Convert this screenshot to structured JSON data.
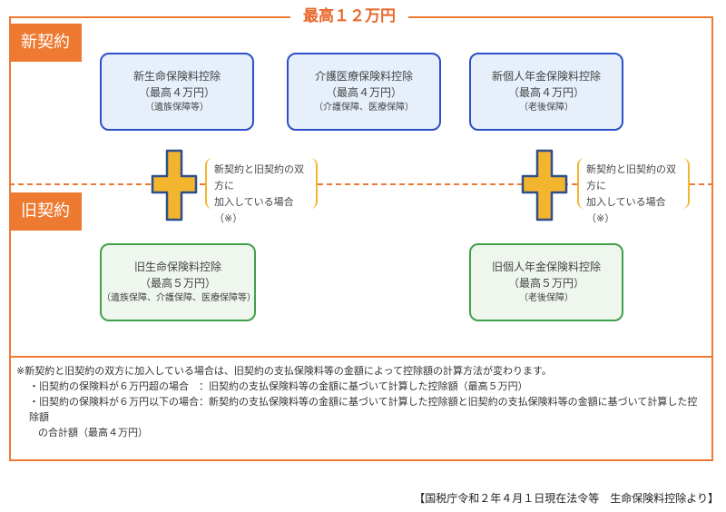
{
  "header": {
    "max_total": "最高１２万円"
  },
  "labels": {
    "new_contract": "新契約",
    "old_contract": "旧契約"
  },
  "new_boxes": [
    {
      "title": "新生命保険料控除",
      "max": "（最高４万円）",
      "note": "（遺族保障等）"
    },
    {
      "title": "介護医療保険料控除",
      "max": "（最高４万円）",
      "note": "（介護保障、医療保障）"
    },
    {
      "title": "新個人年金保険料控除",
      "max": "（最高４万円）",
      "note": "（老後保障）"
    }
  ],
  "old_boxes": [
    {
      "title": "旧生命保険料控除",
      "max": "（最高５万円）",
      "note": "（遺族保障、介護保障、医療保障等）"
    },
    {
      "title": "旧個人年金保険料控除",
      "max": "（最高５万円）",
      "note": "（老後保障）"
    }
  ],
  "both_note": {
    "line1": "新契約と旧契約の双方に",
    "line2": "加入している場合（※）"
  },
  "footnote": {
    "line1": "※新契約と旧契約の双方に加入している場合は、旧契約の支払保険料等の金額によって控除額の計算方法が変わります。",
    "line2": "・旧契約の保険料が６万円超の場合　：旧契約の支払保険料等の金額に基づいて計算した控除額（最高５万円）",
    "line3": "・旧契約の保険料が６万円以下の場合：新契約の支払保険料等の金額に基づいて計算した控除額と旧契約の支払保険料等の金額に基づいて計算した控除額",
    "line4": "の合計額（最高４万円）"
  },
  "source": "【国税庁令和２年４月１日現在法令等　生命保険料控除より】",
  "colors": {
    "accent": "#ee7a32",
    "new_border": "#2d4fc9",
    "old_border": "#3fa14a",
    "plus": "#f3b52e"
  },
  "icons": {
    "plus": "plus-icon"
  }
}
